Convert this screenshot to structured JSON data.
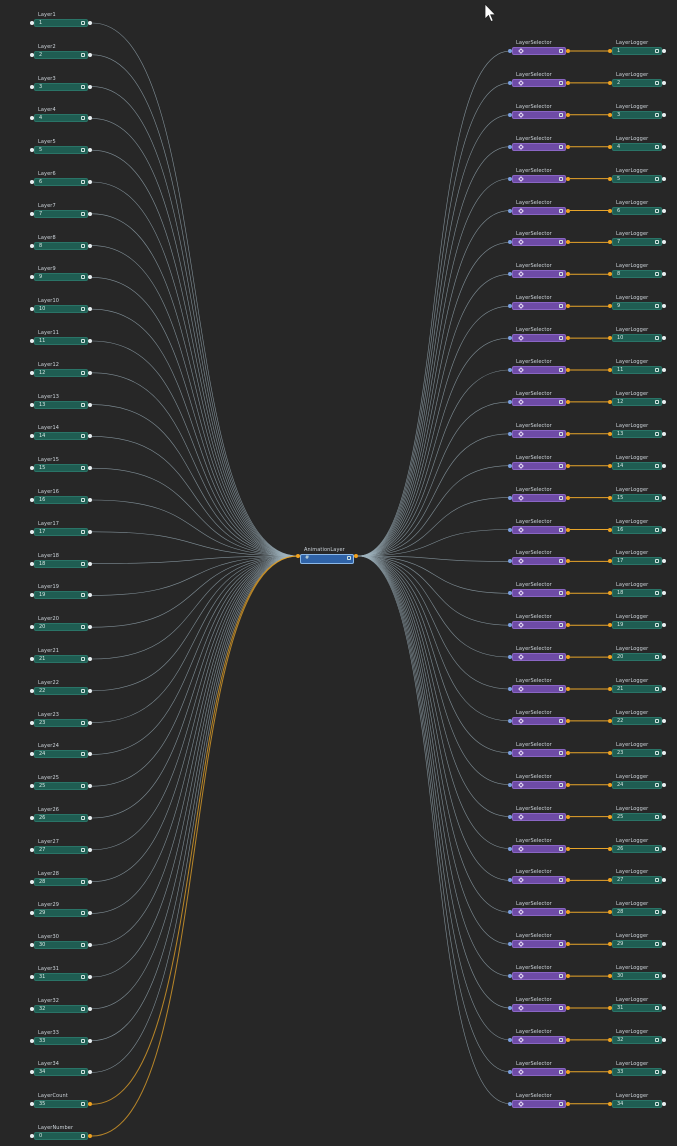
{
  "graph": {
    "center_node": {
      "title": "AnimationLayer",
      "value": "#"
    },
    "left_nodes": [
      {
        "title": "Layer1",
        "value": "1"
      },
      {
        "title": "Layer2",
        "value": "2"
      },
      {
        "title": "Layer3",
        "value": "3"
      },
      {
        "title": "Layer4",
        "value": "4"
      },
      {
        "title": "Layer5",
        "value": "5"
      },
      {
        "title": "Layer6",
        "value": "6"
      },
      {
        "title": "Layer7",
        "value": "7"
      },
      {
        "title": "Layer8",
        "value": "8"
      },
      {
        "title": "Layer9",
        "value": "9"
      },
      {
        "title": "Layer10",
        "value": "10"
      },
      {
        "title": "Layer11",
        "value": "11"
      },
      {
        "title": "Layer12",
        "value": "12"
      },
      {
        "title": "Layer13",
        "value": "13"
      },
      {
        "title": "Layer14",
        "value": "14"
      },
      {
        "title": "Layer15",
        "value": "15"
      },
      {
        "title": "Layer16",
        "value": "16"
      },
      {
        "title": "Layer17",
        "value": "17"
      },
      {
        "title": "Layer18",
        "value": "18"
      },
      {
        "title": "Layer19",
        "value": "19"
      },
      {
        "title": "Layer20",
        "value": "20"
      },
      {
        "title": "Layer21",
        "value": "21"
      },
      {
        "title": "Layer22",
        "value": "22"
      },
      {
        "title": "Layer23",
        "value": "23"
      },
      {
        "title": "Layer24",
        "value": "24"
      },
      {
        "title": "Layer25",
        "value": "25"
      },
      {
        "title": "Layer26",
        "value": "26"
      },
      {
        "title": "Layer27",
        "value": "27"
      },
      {
        "title": "Layer28",
        "value": "28"
      },
      {
        "title": "Layer29",
        "value": "29"
      },
      {
        "title": "Layer30",
        "value": "30"
      },
      {
        "title": "Layer31",
        "value": "31"
      },
      {
        "title": "Layer32",
        "value": "32"
      },
      {
        "title": "Layer33",
        "value": "33"
      },
      {
        "title": "Layer34",
        "value": "34"
      },
      {
        "title": "LayerCount",
        "value": "35"
      },
      {
        "title": "LayerNumber",
        "value": "0"
      }
    ],
    "right_rows": [
      {
        "mid_title": "LayerSelector",
        "mid_value": "",
        "out_title": "LayerLogger",
        "out_value": "1"
      },
      {
        "mid_title": "LayerSelector",
        "mid_value": "",
        "out_title": "LayerLogger",
        "out_value": "2"
      },
      {
        "mid_title": "LayerSelector",
        "mid_value": "",
        "out_title": "LayerLogger",
        "out_value": "3"
      },
      {
        "mid_title": "LayerSelector",
        "mid_value": "",
        "out_title": "LayerLogger",
        "out_value": "4"
      },
      {
        "mid_title": "LayerSelector",
        "mid_value": "",
        "out_title": "LayerLogger",
        "out_value": "5"
      },
      {
        "mid_title": "LayerSelector",
        "mid_value": "",
        "out_title": "LayerLogger",
        "out_value": "6"
      },
      {
        "mid_title": "LayerSelector",
        "mid_value": "",
        "out_title": "LayerLogger",
        "out_value": "7"
      },
      {
        "mid_title": "LayerSelector",
        "mid_value": "",
        "out_title": "LayerLogger",
        "out_value": "8"
      },
      {
        "mid_title": "LayerSelector",
        "mid_value": "",
        "out_title": "LayerLogger",
        "out_value": "9"
      },
      {
        "mid_title": "LayerSelector",
        "mid_value": "",
        "out_title": "LayerLogger",
        "out_value": "10"
      },
      {
        "mid_title": "LayerSelector",
        "mid_value": "",
        "out_title": "LayerLogger",
        "out_value": "11"
      },
      {
        "mid_title": "LayerSelector",
        "mid_value": "",
        "out_title": "LayerLogger",
        "out_value": "12"
      },
      {
        "mid_title": "LayerSelector",
        "mid_value": "",
        "out_title": "LayerLogger",
        "out_value": "13"
      },
      {
        "mid_title": "LayerSelector",
        "mid_value": "",
        "out_title": "LayerLogger",
        "out_value": "14"
      },
      {
        "mid_title": "LayerSelector",
        "mid_value": "",
        "out_title": "LayerLogger",
        "out_value": "15"
      },
      {
        "mid_title": "LayerSelector",
        "mid_value": "",
        "out_title": "LayerLogger",
        "out_value": "16"
      },
      {
        "mid_title": "LayerSelector",
        "mid_value": "",
        "out_title": "LayerLogger",
        "out_value": "17"
      },
      {
        "mid_title": "LayerSelector",
        "mid_value": "",
        "out_title": "LayerLogger",
        "out_value": "18"
      },
      {
        "mid_title": "LayerSelector",
        "mid_value": "",
        "out_title": "LayerLogger",
        "out_value": "19"
      },
      {
        "mid_title": "LayerSelector",
        "mid_value": "",
        "out_title": "LayerLogger",
        "out_value": "20"
      },
      {
        "mid_title": "LayerSelector",
        "mid_value": "",
        "out_title": "LayerLogger",
        "out_value": "21"
      },
      {
        "mid_title": "LayerSelector",
        "mid_value": "",
        "out_title": "LayerLogger",
        "out_value": "22"
      },
      {
        "mid_title": "LayerSelector",
        "mid_value": "",
        "out_title": "LayerLogger",
        "out_value": "23"
      },
      {
        "mid_title": "LayerSelector",
        "mid_value": "",
        "out_title": "LayerLogger",
        "out_value": "24"
      },
      {
        "mid_title": "LayerSelector",
        "mid_value": "",
        "out_title": "LayerLogger",
        "out_value": "25"
      },
      {
        "mid_title": "LayerSelector",
        "mid_value": "",
        "out_title": "LayerLogger",
        "out_value": "26"
      },
      {
        "mid_title": "LayerSelector",
        "mid_value": "",
        "out_title": "LayerLogger",
        "out_value": "27"
      },
      {
        "mid_title": "LayerSelector",
        "mid_value": "",
        "out_title": "LayerLogger",
        "out_value": "28"
      },
      {
        "mid_title": "LayerSelector",
        "mid_value": "",
        "out_title": "LayerLogger",
        "out_value": "29"
      },
      {
        "mid_title": "LayerSelector",
        "mid_value": "",
        "out_title": "LayerLogger",
        "out_value": "30"
      },
      {
        "mid_title": "LayerSelector",
        "mid_value": "",
        "out_title": "LayerLogger",
        "out_value": "31"
      },
      {
        "mid_title": "LayerSelector",
        "mid_value": "",
        "out_title": "LayerLogger",
        "out_value": "32"
      },
      {
        "mid_title": "LayerSelector",
        "mid_value": "",
        "out_title": "LayerLogger",
        "out_value": "33"
      },
      {
        "mid_title": "LayerSelector",
        "mid_value": "",
        "out_title": "LayerLogger",
        "out_value": "34"
      }
    ],
    "colors": {
      "background": "#272727",
      "wire": "#9fb3bd",
      "wire_active": "#e8a52a",
      "node_green": "#1f5d52",
      "node_purple": "#6e4ba6",
      "node_blue": "#2f63a8"
    },
    "cursor_icon": "arrow-cursor-icon"
  }
}
